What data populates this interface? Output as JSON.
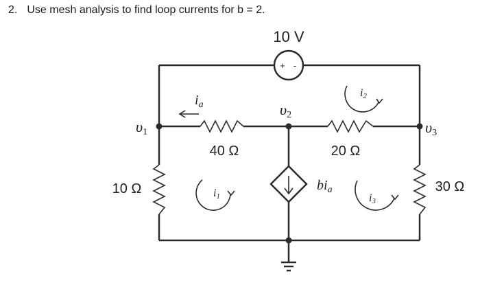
{
  "question": {
    "number": "2.",
    "text": "Use mesh analysis to find loop currents for b = 2."
  },
  "circuit": {
    "source_label": "10 V",
    "source_plus": "+",
    "source_minus": "-",
    "r_left": "10 Ω",
    "r_top_left": "40 Ω",
    "r_top_right": "20 Ω",
    "r_right": "30 Ω",
    "node_v1_var": "υ",
    "node_v1_sub": "1",
    "node_v2_var": "υ",
    "node_v2_sub": "2",
    "node_v3_var": "υ",
    "node_v3_sub": "3",
    "ia_var": "i",
    "ia_sub": "a",
    "i1_var": "i",
    "i1_sub": "1",
    "i2_var": "i",
    "i2_sub": "2",
    "i3_var": "i",
    "i3_sub": "3",
    "dep_source_var": "bi",
    "dep_source_sub": "a"
  }
}
